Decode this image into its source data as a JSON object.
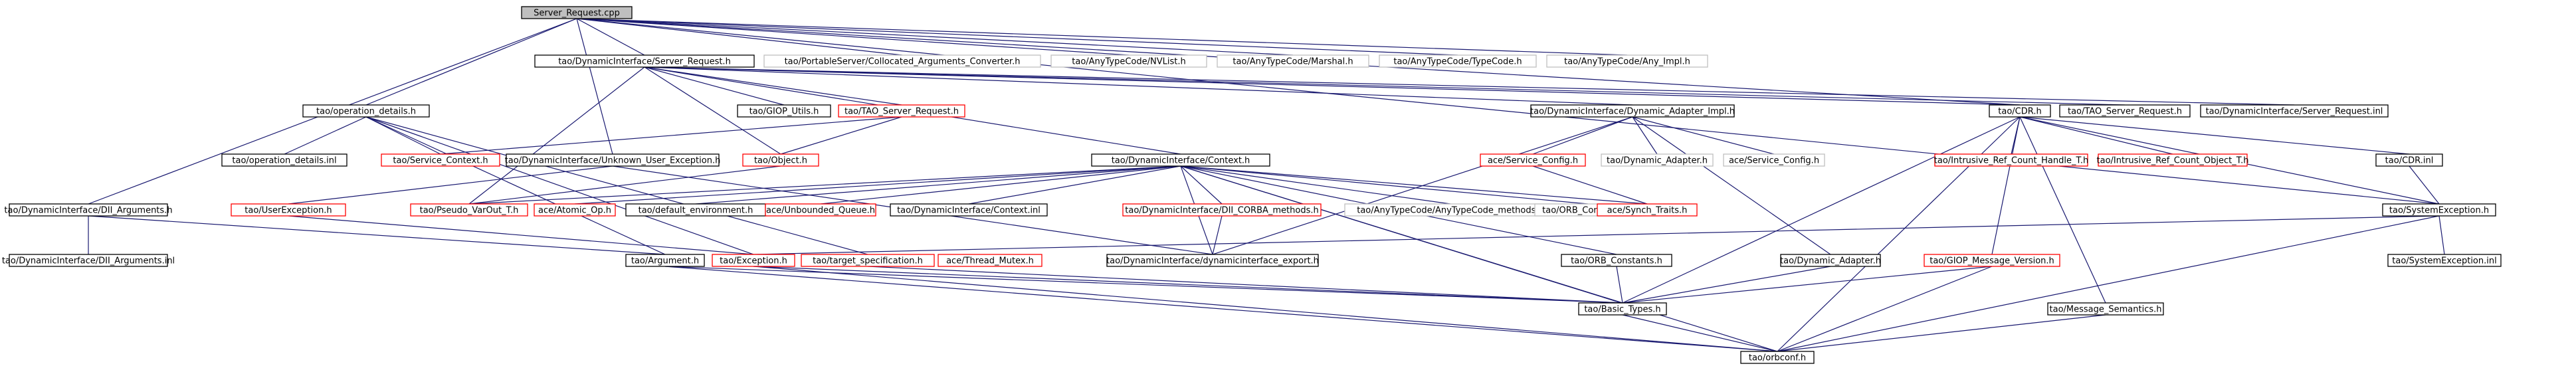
{
  "colors": {
    "edge": "#191970",
    "node_border": "#000000",
    "missing_border": "#ff0000",
    "external_border": "#bfbfbf",
    "root_fill": "#bfbfbf"
  },
  "nodes": {
    "server_request_cpp": "Server_Request.cpp",
    "di_server_request_h": "tao/DynamicInterface/Server_Request.h",
    "portable_collocated": "tao/PortableServer/Collocated_Arguments_Converter.h",
    "anytype_nvlist": "tao/AnyTypeCode/NVList.h",
    "anytype_marshal": "tao/AnyTypeCode/Marshal.h",
    "anytype_typecode": "tao/AnyTypeCode/TypeCode.h",
    "anytype_any_impl": "tao/AnyTypeCode/Any_Impl.h",
    "operation_details_h": "tao/operation_details.h",
    "giop_utils_h": "tao/GIOP_Utils.h",
    "tao_server_request_h_red": "tao/TAO_Server_Request.h",
    "dynamic_adapter_impl_h": "tao/DynamicInterface/Dynamic_Adapter_Impl.h",
    "cdr_h": "tao/CDR.h",
    "tao_server_request_h": "tao/TAO_Server_Request.h",
    "di_server_request_inl": "tao/DynamicInterface/Server_Request.inl",
    "operation_details_inl": "tao/operation_details.inl",
    "service_context_h": "tao/Service_Context.h",
    "unknown_user_exception_h": "tao/DynamicInterface/Unknown_User_Exception.h",
    "object_h": "tao/Object.h",
    "ace_service_config_red": "ace/Service_Config.h",
    "dynamic_adapter_h_top": "tao/Dynamic_Adapter.h",
    "ace_service_config_gray": "ace/Service_Config.h",
    "intrusive_ref_handle": "tao/Intrusive_Ref_Count_Handle_T.h",
    "intrusive_ref_object": "tao/Intrusive_Ref_Count_Object_T.h",
    "cdr_inl": "tao/CDR.inl",
    "di_context_h": "tao/DynamicInterface/Context.h",
    "system_exception_h": "tao/SystemException.h",
    "dii_arguments_h": "tao/DynamicInterface/DII_Arguments.h",
    "user_exception_h": "tao/UserException.h",
    "pseudo_varout_h": "tao/Pseudo_VarOut_T.h",
    "ace_atomic_op_h": "ace/Atomic_Op.h",
    "default_environment_h": "tao/default_environment.h",
    "ace_unbounded_queue_h": "ace/Unbounded_Queue.h",
    "di_context_inl": "tao/DynamicInterface/Context.inl",
    "dii_corba_methods_h": "tao/DynamicInterface/DII_CORBA_methods.h",
    "anytype_methods_h": "tao/AnyTypeCode/AnyTypeCode_methods.h",
    "orb_constants_h_gray": "tao/ORB_Constants.h",
    "ace_synch_traits_h": "ace/Synch_Traits.h",
    "system_exception_inl": "tao/SystemException.inl",
    "dii_arguments_inl": "tao/DynamicInterface/DII_Arguments.inl",
    "argument_h": "tao/Argument.h",
    "exception_h": "tao/Exception.h",
    "target_specification_h": "tao/target_specification.h",
    "ace_thread_mutex_h": "ace/Thread_Mutex.h",
    "di_export_h": "tao/DynamicInterface/dynamicinterface_export.h",
    "orb_constants_h": "tao/ORB_Constants.h",
    "dynamic_adapter_h": "tao/Dynamic_Adapter.h",
    "giop_message_version_h": "tao/GIOP_Message_Version.h",
    "message_semantics_h": "tao/Message_Semantics.h",
    "basic_types_h": "tao/Basic_Types.h",
    "orbconf_h": "tao/orbconf.h"
  }
}
